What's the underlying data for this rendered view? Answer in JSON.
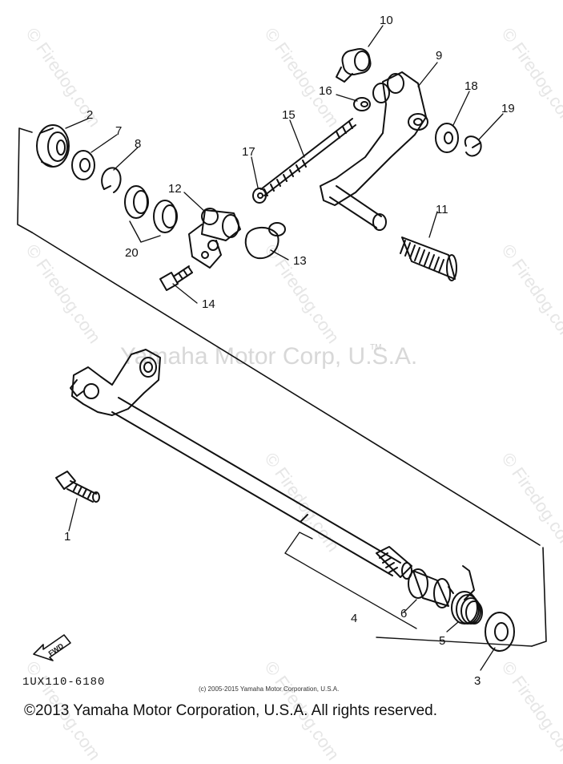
{
  "watermark": {
    "site": "© Firedog.com",
    "brand": "Yamaha Motor Corp, U.S.A.",
    "tm": "TM"
  },
  "callouts": [
    "10",
    "9",
    "16",
    "18",
    "19",
    "2",
    "7",
    "8",
    "15",
    "17",
    "12",
    "20",
    "13",
    "11",
    "14",
    "4",
    "6",
    "5",
    "3",
    "1"
  ],
  "fwd_label": "FWD",
  "diagram_code": "1UX110-6180",
  "small_copyright": "(c) 2005-2015 Yamaha Motor Corporation, U.S.A.",
  "copyright": "©2013 Yamaha Motor Corporation, U.S.A. All rights reserved."
}
